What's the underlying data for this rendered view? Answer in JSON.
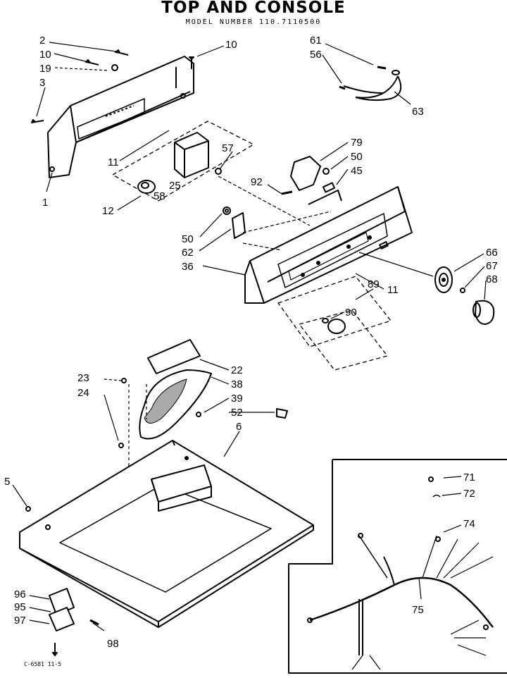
{
  "header": {
    "title": "TOP AND CONSOLE",
    "model_line": "MODEL NUMBER 110.7110500"
  },
  "footer": {
    "code": "C-6581 11-5"
  },
  "callouts": {
    "c2": "2",
    "c10a": "10",
    "c19": "19",
    "c3": "3",
    "c1": "1",
    "c10b": "10",
    "c61": "61",
    "c56": "56",
    "c63": "63",
    "c11a": "11",
    "c57": "57",
    "c25": "25",
    "c58": "58",
    "c12": "12",
    "c79": "79",
    "c50a": "50",
    "c45": "45",
    "c92": "92",
    "c50b": "50",
    "c62": "62",
    "c36": "36",
    "c11b": "11",
    "c89": "89",
    "c90": "90",
    "c66": "66",
    "c67": "67",
    "c68": "68",
    "c22": "22",
    "c23": "23",
    "c24": "24",
    "c38": "38",
    "c39": "39",
    "c52": "52",
    "c6": "6",
    "c5": "5",
    "c96": "96",
    "c95": "95",
    "c97": "97",
    "c98": "98",
    "c71": "71",
    "c72": "72",
    "c74": "74",
    "c75": "75"
  }
}
